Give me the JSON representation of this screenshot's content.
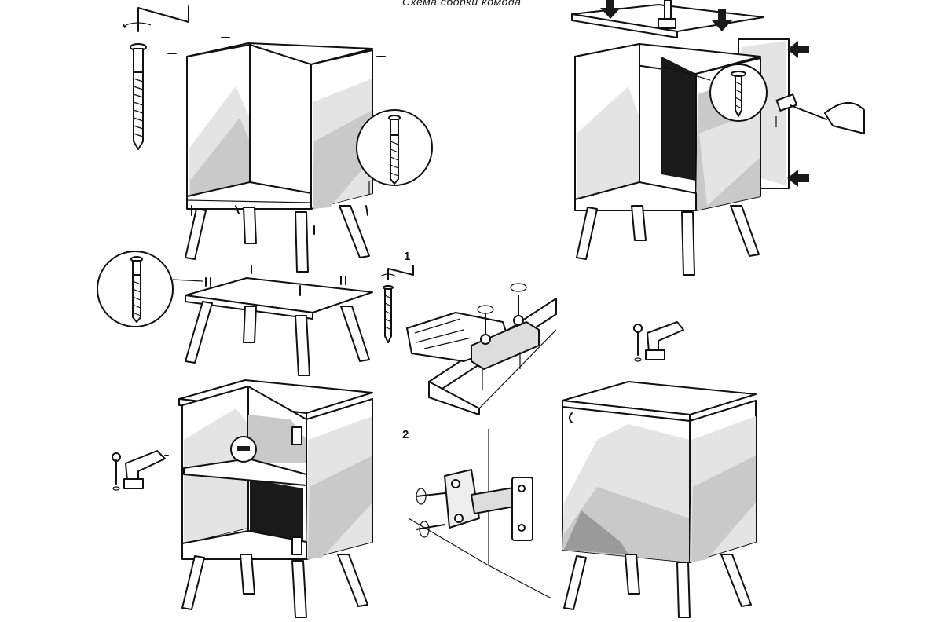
{
  "title": "Схема сборки комода",
  "steps": {
    "step1": "1",
    "step2": "2"
  },
  "colors": {
    "line": "#111111",
    "shade_light": "#e4e4e4",
    "shade_mid": "#c9c9c9",
    "shade_dark": "#9a9a9a",
    "interior": "#1a1a1a"
  },
  "icons": [
    "allen-key-icon",
    "screwdriver-icon",
    "drill-icon",
    "hammer-icon",
    "screw-icon",
    "arrow-icon"
  ]
}
